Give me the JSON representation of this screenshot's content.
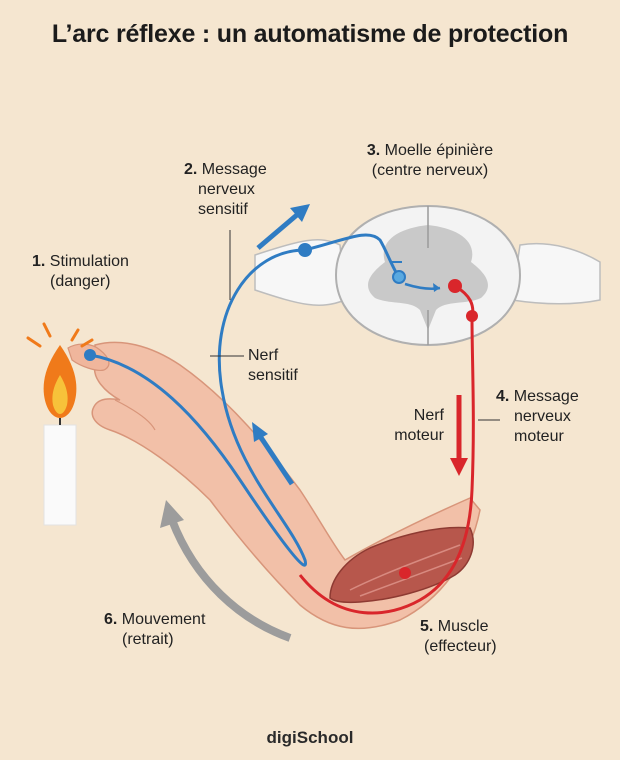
{
  "title": "L’arc réflexe : un automatisme de protection",
  "steps": {
    "s1": {
      "num": "1.",
      "line1": "Stimulation",
      "line2": "(danger)"
    },
    "s2": {
      "num": "2.",
      "line1": "Message",
      "line2": "nerveux",
      "line3": "sensitif"
    },
    "s3": {
      "num": "3.",
      "line1": "Moelle épinière",
      "line2": "(centre nerveux)"
    },
    "s4": {
      "num": "4.",
      "line1": "Message",
      "line2": "nerveux",
      "line3": "moteur"
    },
    "s5": {
      "num": "5.",
      "line1": "Muscle",
      "line2": "(effecteur)"
    },
    "s6": {
      "num": "6.",
      "line1": "Mouvement",
      "line2": "(retrait)"
    }
  },
  "nerves": {
    "sensory": {
      "line1": "Nerf",
      "line2": "sensitif"
    },
    "motor": {
      "line1": "Nerf",
      "line2": "moteur"
    }
  },
  "colors": {
    "background": "#f5e6d0",
    "sensory": "#2f7cc3",
    "motor": "#d9262b",
    "skin": "#f2c0a8",
    "muscle": "#b7574c",
    "movement_arrow": "#9c9c9c"
  },
  "logo": "digiSchool"
}
